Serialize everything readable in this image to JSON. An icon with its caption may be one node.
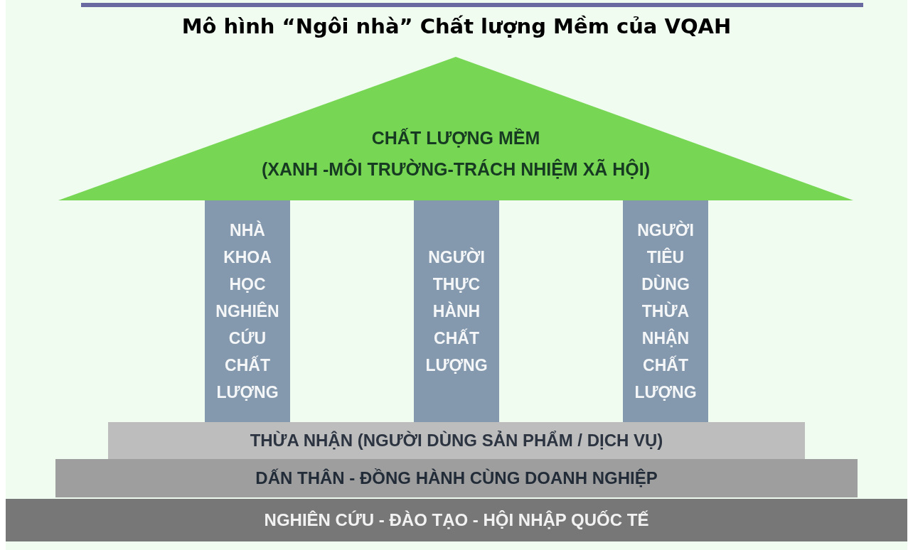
{
  "diagram": {
    "title": "Mô hình “Ngôi nhà” Chất lượng Mềm của VQAH",
    "nodes": [
      {
        "text": [
          "CHẤT LƯỢNG MỀM",
          "(XANH -MÔI TRƯỜNG-TRÁCH NHIỆM XÃ HỘI)"
        ]
      },
      {
        "text": [
          "NHÀ KHOA HỌC NGHIÊN CỨU CHẤT LƯỢNG"
        ]
      },
      {
        "text": [
          "NGƯỜI THỰC HÀNH CHẤT LƯỢNG"
        ]
      },
      {
        "text": [
          "NGƯỜI TIÊU DÙNG THỪA NHẬN CHẤT LƯỢNG"
        ]
      },
      {
        "text": [
          "THỪA NHẬN (NGƯỜI DÙNG SẢN PHẨM / DỊCH VỤ)"
        ]
      },
      {
        "text": [
          "DẤN THÂN - ĐỒNG HÀNH CÙNG DOANH NGHIỆP"
        ]
      },
      {
        "text": [
          "NGHIÊN CỨU - ĐÀO TẠO - HỘI NHẬP QUỐC TẾ"
        ]
      }
    ],
    "edges": []
  }
}
